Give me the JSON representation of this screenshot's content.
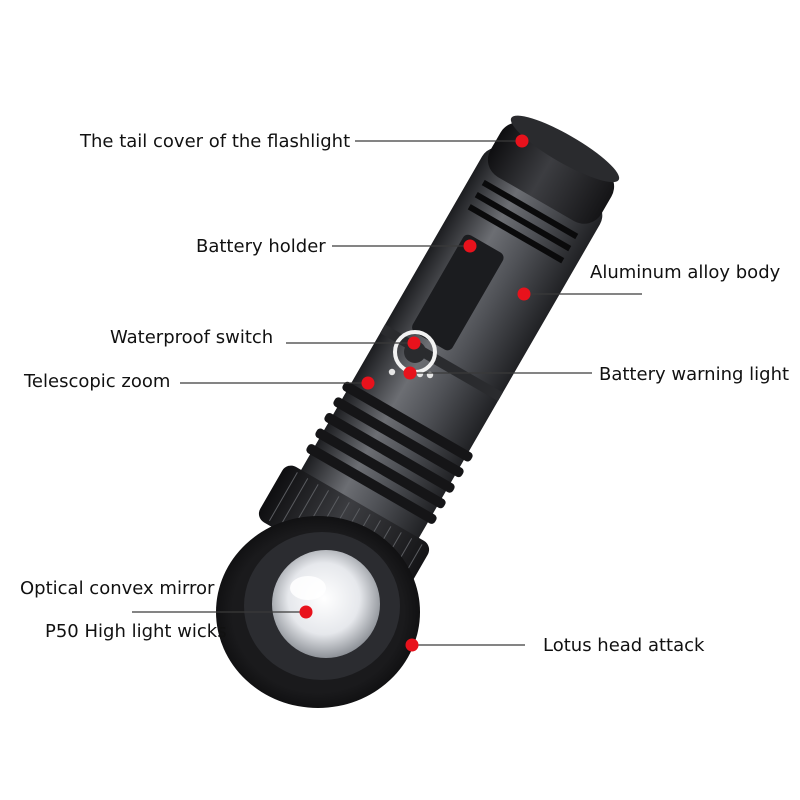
{
  "colors": {
    "marker": "#e8121c",
    "leader": "#3a3a3a",
    "label": "#111111",
    "body": "#4a4c50"
  },
  "labels": {
    "tail_cover": "The tail cover of the flashlight",
    "battery_holder": "Battery holder",
    "aluminum_body": "Aluminum alloy body",
    "waterproof_switch": "Waterproof switch",
    "telescopic_zoom": "Telescopic zoom",
    "battery_warning": "Battery warning light",
    "optical_mirror": "Optical convex mirror",
    "p50_wicks": "P50 High light wicks",
    "lotus_head": "Lotus head attack"
  }
}
